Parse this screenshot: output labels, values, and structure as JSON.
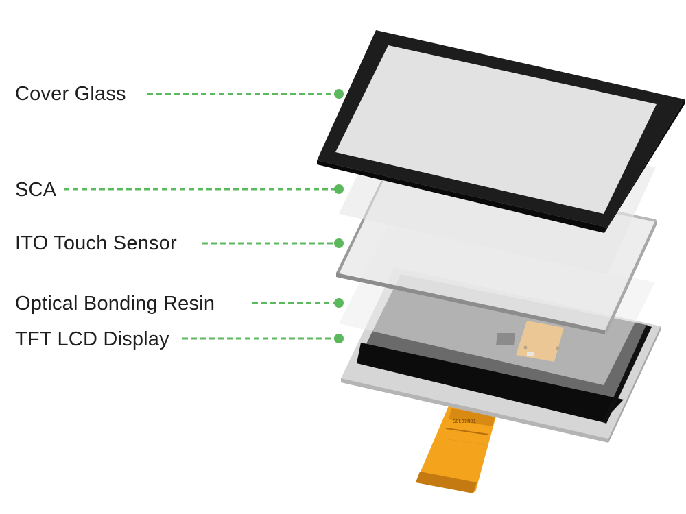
{
  "colors": {
    "leader": "#5cb85c",
    "frame": "#1f1f1f",
    "panel": "#6b6b6b",
    "fpc": "#f0a020"
  },
  "layers": [
    {
      "label": "Cover Glass"
    },
    {
      "label": "SCA"
    },
    {
      "label": "ITO Touch Sensor"
    },
    {
      "label": "Optical Bonding Resin"
    },
    {
      "label": "TFT LCD Display"
    }
  ]
}
